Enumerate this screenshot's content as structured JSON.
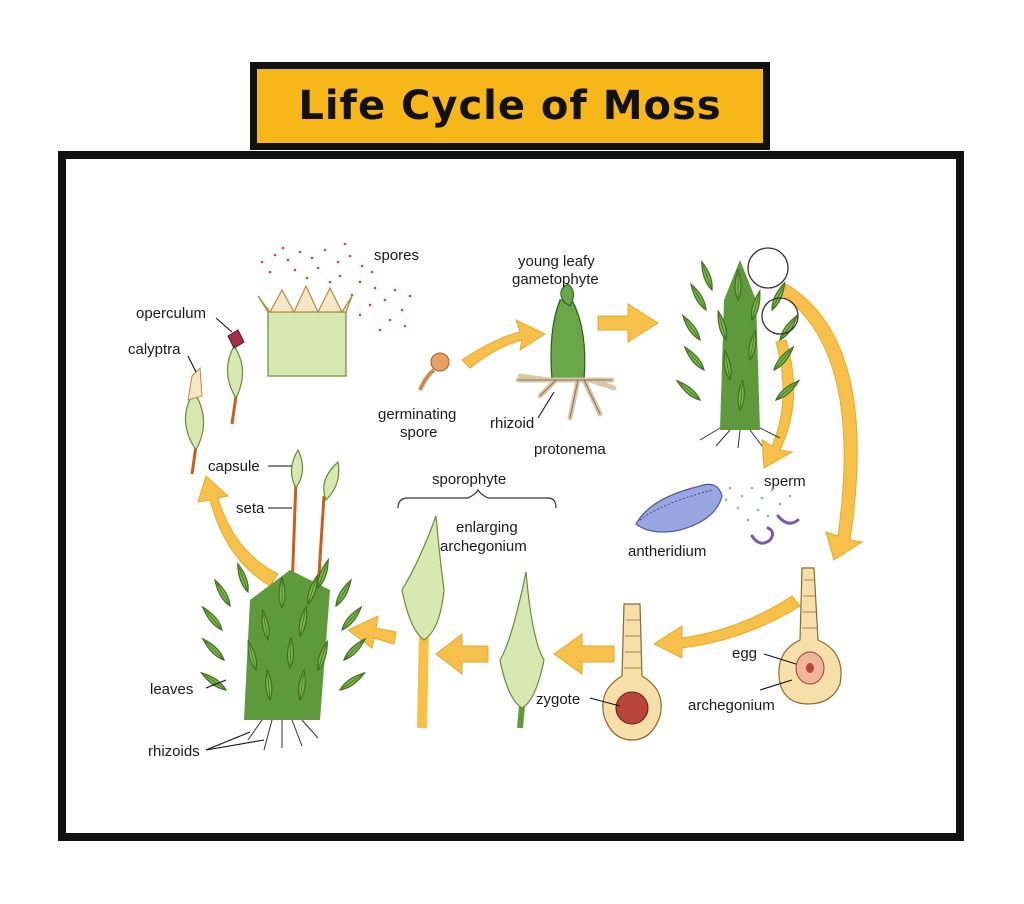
{
  "title": "Life Cycle of Moss",
  "labels": {
    "spores": "spores",
    "young_leafy_1": "young leafy",
    "young_leafy_2": "gametophyte",
    "operculum": "operculum",
    "calyptra": "calyptra",
    "germinating_1": "germinating",
    "germinating_2": "spore",
    "rhizoid": "rhizoid",
    "protonema": "protonema",
    "capsule": "capsule",
    "seta": "seta",
    "sporophyte": "sporophyte",
    "enlarging_1": "enlarging",
    "enlarging_2": "archegonium",
    "sperm": "sperm",
    "antheridium": "antheridium",
    "egg": "egg",
    "archegonium": "archegonium",
    "zygote": "zygote",
    "leaves": "leaves",
    "rhizoids": "rhizoids"
  },
  "colors": {
    "title_bg": "#f7b719",
    "arrow": "#f6c04a",
    "leaf": "#7cb54a",
    "leaf_dark": "#3f6e22",
    "capsule": "#d7e8b0",
    "seta": "#c8601a",
    "archegonium": "#f6dfa8",
    "zygote": "#b8463a",
    "spore_dots": "#d9463a",
    "antheridium": "#9aa6e0"
  }
}
